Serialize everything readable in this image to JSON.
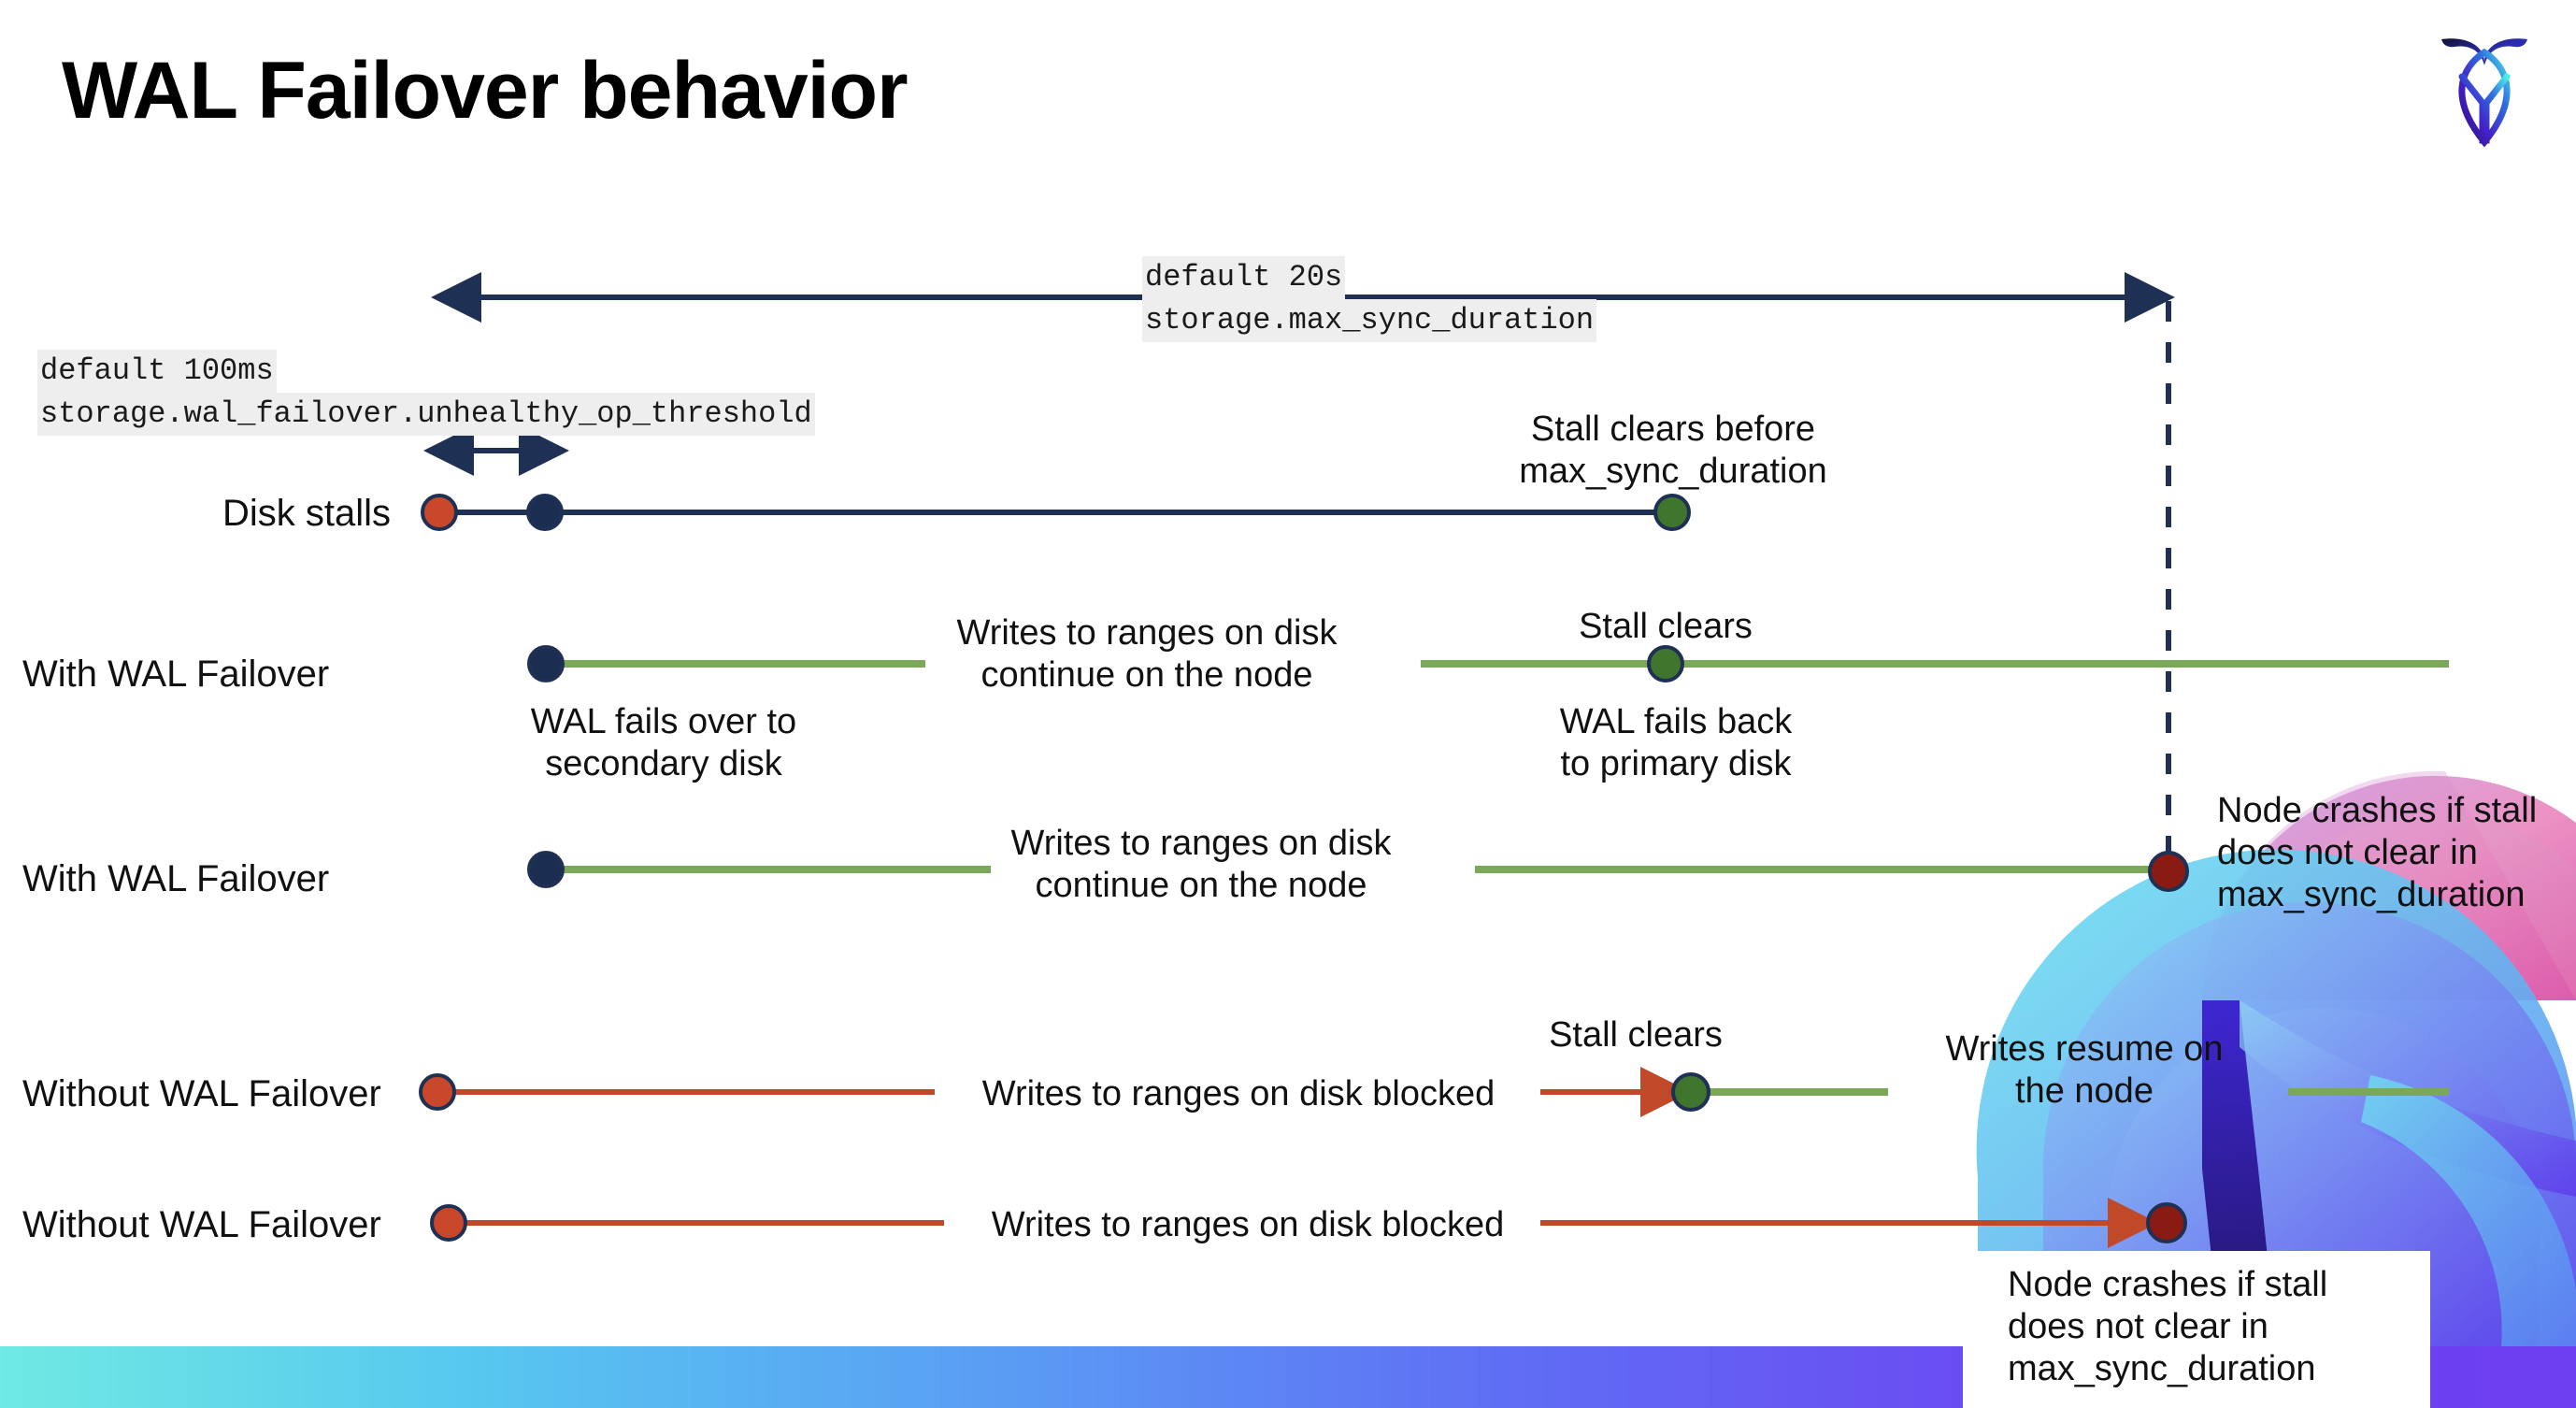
{
  "slide": {
    "title": "WAL Failover behavior",
    "logo_name": "cockroachdb-logo"
  },
  "settings": {
    "max_sync_duration": {
      "default_text": "default 20s",
      "setting_name": "storage.max_sync_duration"
    },
    "unhealthy_op_threshold": {
      "default_text": "default 100ms",
      "setting_name": "storage.wal_failover.unhealthy_op_threshold"
    }
  },
  "rows": [
    {
      "id": "disk-stalls",
      "label": "Disk stalls",
      "notes": [
        "Stall clears before\nmax_sync_duration"
      ]
    },
    {
      "id": "with-wal-failover-1",
      "label": "With WAL Failover",
      "notes": [
        "Writes to ranges on disk\ncontinue on the node",
        "Stall clears",
        "WAL fails over to\nsecondary disk",
        "WAL fails  back\nto primary disk"
      ]
    },
    {
      "id": "with-wal-failover-2",
      "label": "With WAL Failover",
      "notes": [
        "Writes to ranges on disk\ncontinue on the node",
        "Node crashes if stall\ndoes not clear in\nmax_sync_duration"
      ]
    },
    {
      "id": "without-wal-failover-1",
      "label": "Without WAL Failover",
      "notes": [
        "Writes to ranges on disk  blocked",
        "Stall clears",
        "Writes resume on\nthe node"
      ]
    },
    {
      "id": "without-wal-failover-2",
      "label": "Without WAL Failover",
      "notes": [
        "Writes to ranges on disk  blocked",
        "Node crashes if stall\ndoes not clear in\nmax_sync_duration"
      ]
    }
  ],
  "annotations": {
    "stall_clears_before": "Stall clears before\nmax_sync_duration",
    "stall_clears": "Stall clears",
    "wal_fails_over": "WAL fails over to\nsecondary disk",
    "wal_fails_back": "WAL fails  back\nto primary disk",
    "writes_continue": "Writes to ranges on disk\ncontinue on the node",
    "writes_blocked": "Writes to ranges on disk  blocked",
    "writes_resume": "Writes resume on\nthe node",
    "node_crashes": "Node crashes if stall\ndoes not clear in\nmax_sync_duration"
  },
  "colors": {
    "navy": "#1b2d51",
    "dark_navy_line": "#1f3055",
    "green_line": "#7aa758",
    "green_dot": "#40752e",
    "red_line": "#c0492a",
    "red_dot": "#c9472b",
    "dark_red_dot": "#8a1b12",
    "code_bg": "#eeeeee",
    "bar_gradient_start": "#6fe9e3",
    "bar_gradient_end": "#6d3df0"
  }
}
